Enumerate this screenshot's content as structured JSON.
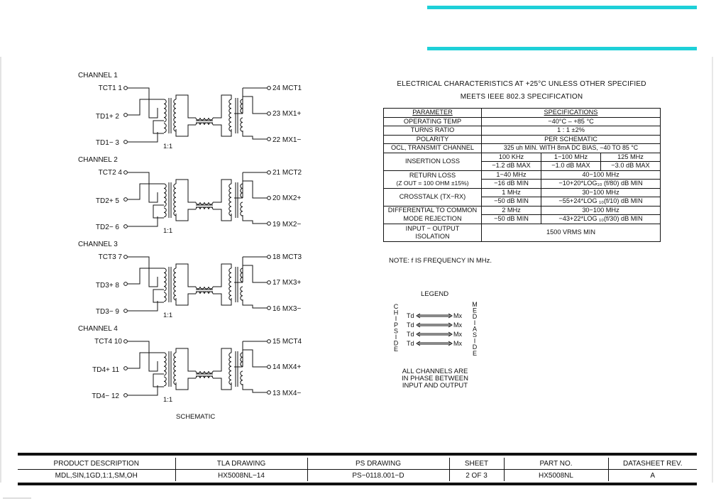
{
  "schematic": {
    "caption": "SCHEMATIC",
    "ratio": "1:1",
    "channels": [
      {
        "title": "CHANNEL 1",
        "ct": "TCT1",
        "ct_pin": "1",
        "plus": "TD1+",
        "plus_pin": "2",
        "minus": "TD1−",
        "minus_pin": "3",
        "mct_pin": "24",
        "mct": "MCT1",
        "mxp_pin": "23",
        "mxp": "MX1+",
        "mxm_pin": "22",
        "mxm": "MX1−"
      },
      {
        "title": "CHANNEL 2",
        "ct": "TCT2",
        "ct_pin": "4",
        "plus": "TD2+",
        "plus_pin": "5",
        "minus": "TD2−",
        "minus_pin": "6",
        "mct_pin": "21",
        "mct": "MCT2",
        "mxp_pin": "20",
        "mxp": "MX2+",
        "mxm_pin": "19",
        "mxm": "MX2−"
      },
      {
        "title": "CHANNEL 3",
        "ct": "TCT3",
        "ct_pin": "7",
        "plus": "TD3+",
        "plus_pin": "8",
        "minus": "TD3−",
        "minus_pin": "9",
        "mct_pin": "18",
        "mct": "MCT3",
        "mxp_pin": "17",
        "mxp": "MX3+",
        "mxm_pin": "16",
        "mxm": "MX3−"
      },
      {
        "title": "CHANNEL 4",
        "ct": "TCT4",
        "ct_pin": "10",
        "plus": "TD4+",
        "plus_pin": "11",
        "minus": "TD4−",
        "minus_pin": "12",
        "mct_pin": "15",
        "mct": "MCT4",
        "mxp_pin": "14",
        "mxp": "MX4+",
        "mxm_pin": "13",
        "mxm": "MX4−"
      }
    ]
  },
  "electrical": {
    "title_line1": "ELECTRICAL CHARACTERISTICS AT +25°C UNLESS OTHER SPECIFIED",
    "title_line2": "MEETS IEEE 802.3 SPECIFICATION",
    "col_param": "PARAMETER",
    "col_spec": "SPECIFICATIONS",
    "operating_temp": {
      "label": "OPERATING TEMP",
      "value": "−40°C  –  +85 °C"
    },
    "turns_ratio": {
      "label": "TURNS RATIO",
      "value": "1 : 1 ±2%"
    },
    "polarity": {
      "label": "POLARITY",
      "value": "PER SCHEMATIC"
    },
    "ocl": {
      "label": "OCL, TRANSMIT CHANNEL",
      "value": "325 uh MIN. WITH 8mA DC BIAS, −40 TO 85 °C"
    },
    "insertion_loss": {
      "label": "INSERTION LOSS",
      "f1": "100 KHz",
      "f2": "1−100 MHz",
      "f3": "125 MHz",
      "v1": "−1.2 dB MAX",
      "v2": "−1.0 dB MAX",
      "v3": "−3.0 dB MAX"
    },
    "return_loss": {
      "label1": "RETURN LOSS",
      "label2": "(Z OUT = 100 OHM ±15%)",
      "f1": "1−40 MHz",
      "f2": "40−100 MHz",
      "v1": "−16 dB MIN",
      "v2": "−10+20*LOG₁₀ (f/80) dB MIN"
    },
    "crosstalk": {
      "label": "CROSSTALK (TX−RX)",
      "f1": "1 MHz",
      "f2": "30−100 MHz",
      "v1": "−50 dB MIN",
      "v2": "−55+24*LOG ₁₀(f/10) dB MIN"
    },
    "cmr": {
      "label1": "DIFFERENTIAL TO COMMON",
      "label2": "MODE REJECTION",
      "f1": "2 MHz",
      "f2": "30−100 MHz",
      "v1": "−50 dB MIN",
      "v2": "−43+22*LOG ₁₀(f/30) dB MIN"
    },
    "isolation": {
      "label1": "INPUT − OUTPUT",
      "label2": "ISOLATION",
      "value": "1500 VRMS MIN"
    },
    "note": "NOTE: f IS FREQUENCY IN MHz."
  },
  "legend": {
    "title": "LEGEND",
    "left_side": "CHIP SIDE",
    "right_side": "MEDIA SIDE",
    "td": "Td",
    "mx": "Mx",
    "note_l1": "ALL CHANNELS ARE",
    "note_l2": "IN PHASE BETWEEN",
    "note_l3": "INPUT AND OUTPUT"
  },
  "title_block": {
    "headers": [
      "PRODUCT DESCRIPTION",
      "TLA DRAWING",
      "PS DRAWING",
      "SHEET",
      "PART NO.",
      "DATASHEET REV."
    ],
    "values": [
      "MDL,SIN,1GD,1:1,SM,OH",
      "HX5008NL−14",
      "PS−0118.001−D",
      "2 OF 3",
      "HX5008NL",
      "A"
    ]
  },
  "colors": {
    "accent_bar": "#1ed0d8",
    "ink": "#111111"
  }
}
